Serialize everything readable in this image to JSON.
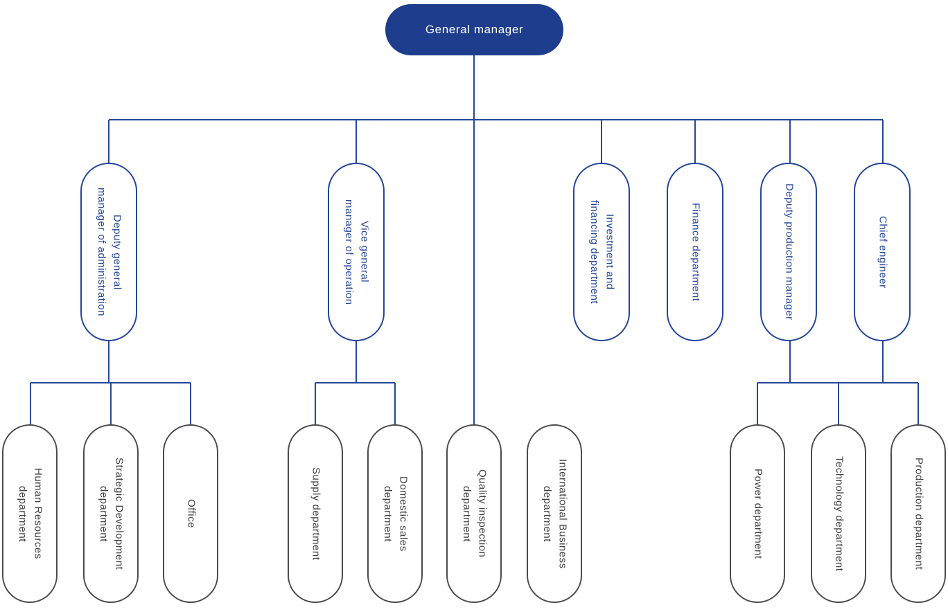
{
  "colors": {
    "navy": "#1e3d8c",
    "blue": "#24479a",
    "line": "#24479a",
    "leaf_border": "#4b4b4e",
    "leaf_text": "#414144",
    "root_text": "#ffffff"
  },
  "nodes": {
    "general_manager": {
      "label": "General manager"
    },
    "deputy_admin": {
      "label": "Deputy general\nmanager of administration"
    },
    "vice_operation": {
      "label": "Vice general\nmanager of operation"
    },
    "investment_financing": {
      "label": "Investment and\nfinancing department"
    },
    "finance": {
      "label": "Finance department"
    },
    "deputy_production": {
      "label": "Deputy production manager"
    },
    "chief_engineer": {
      "label": "Chief engineer"
    },
    "human_resources": {
      "label": "Human Resources\ndepartment"
    },
    "strategic_development": {
      "label": "Strategic Development\ndepartment"
    },
    "office": {
      "label": "Office"
    },
    "supply": {
      "label": "Supply department"
    },
    "domestic_sales": {
      "label": "Domestic sales\ndepartment"
    },
    "quality_inspection": {
      "label": "Quality inspection\ndepartment"
    },
    "international_business": {
      "label": "International Business\ndepartment"
    },
    "power": {
      "label": "Power department"
    },
    "technology": {
      "label": "Technology department"
    },
    "production": {
      "label": "Production department"
    }
  },
  "hierarchy": {
    "root": "general_manager",
    "level2": [
      "deputy_admin",
      "vice_operation",
      "investment_financing",
      "finance",
      "deputy_production",
      "chief_engineer"
    ],
    "children": {
      "deputy_admin": [
        "human_resources",
        "strategic_development",
        "office"
      ],
      "vice_operation": [
        "supply",
        "domestic_sales"
      ],
      "general_manager_direct": [
        "quality_inspection"
      ],
      "deputy_production_and_chief_engineer": [
        "power",
        "technology",
        "production"
      ],
      "unconnected": [
        "international_business"
      ]
    }
  }
}
